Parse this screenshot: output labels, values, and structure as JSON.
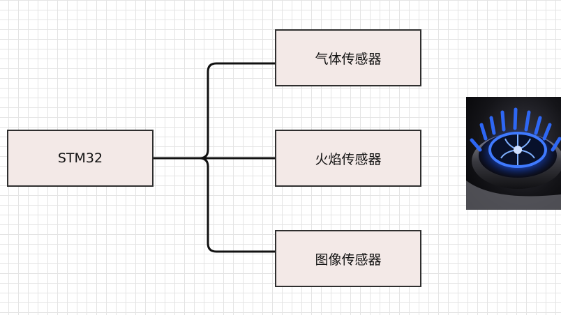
{
  "diagram": {
    "root": {
      "label": "STM32"
    },
    "children": [
      {
        "label": "气体传感器"
      },
      {
        "label": "火焰传感器"
      },
      {
        "label": "图像传感器"
      }
    ]
  },
  "image": {
    "subject": "gas-stove-blue-flame-icon"
  },
  "colors": {
    "node_fill": "#f3e9e7",
    "node_border": "#2e2e2e",
    "connector": "#111111",
    "flame_blue": "#1e5bff"
  }
}
